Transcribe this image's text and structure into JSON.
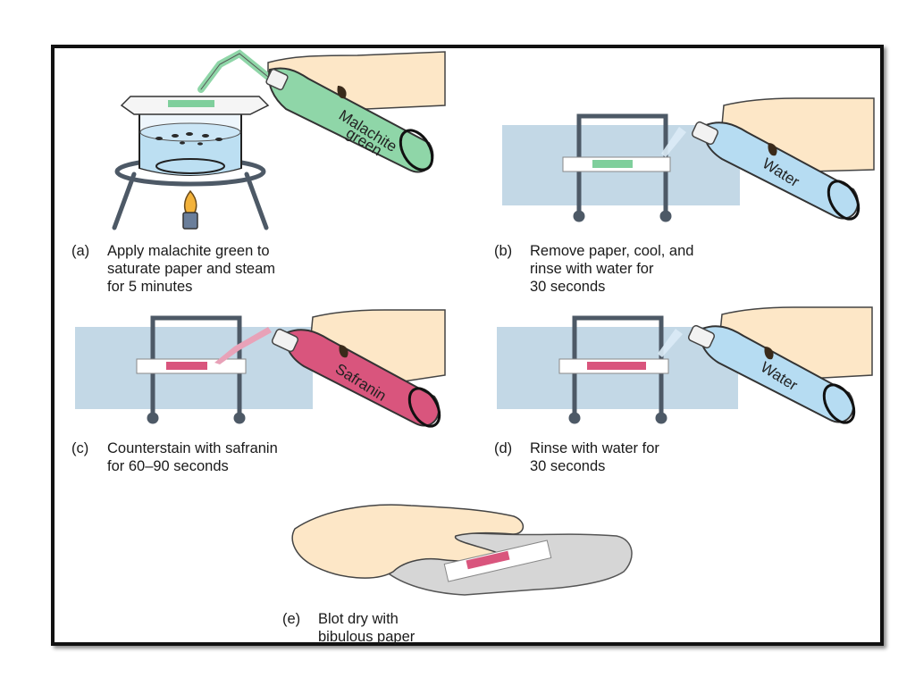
{
  "colors": {
    "malachite_green": "#8fd6a8",
    "water": "#b6dcf2",
    "safranin": "#d9557d",
    "slide_bg": "#c3d8e6",
    "rack": "#4d5966",
    "hand": "#fde7c7",
    "paper": "#d6d6d6"
  },
  "steps": [
    {
      "label": "(a)",
      "lines": [
        "Apply malachite green to",
        "saturate paper and steam",
        "for 5 minutes"
      ],
      "bottle_label": [
        "Malachite",
        "green"
      ],
      "icons": [
        "beaker-icon",
        "ring-stand-icon",
        "burner-flame-icon",
        "squeeze-bottle-icon",
        "hand-icon"
      ]
    },
    {
      "label": "(b)",
      "lines": [
        "Remove paper, cool, and",
        "rinse with water for",
        "30 seconds"
      ],
      "bottle_label": [
        "Water"
      ]
    },
    {
      "label": "(c)",
      "lines": [
        "Counterstain with safranin",
        "for 60–90 seconds"
      ],
      "bottle_label": [
        "Safranin"
      ]
    },
    {
      "label": "(d)",
      "lines": [
        "Rinse with water for",
        "30 seconds"
      ],
      "bottle_label": [
        "Water"
      ]
    },
    {
      "label": "(e)",
      "lines": [
        "Blot dry with",
        "bibulous paper"
      ]
    }
  ]
}
